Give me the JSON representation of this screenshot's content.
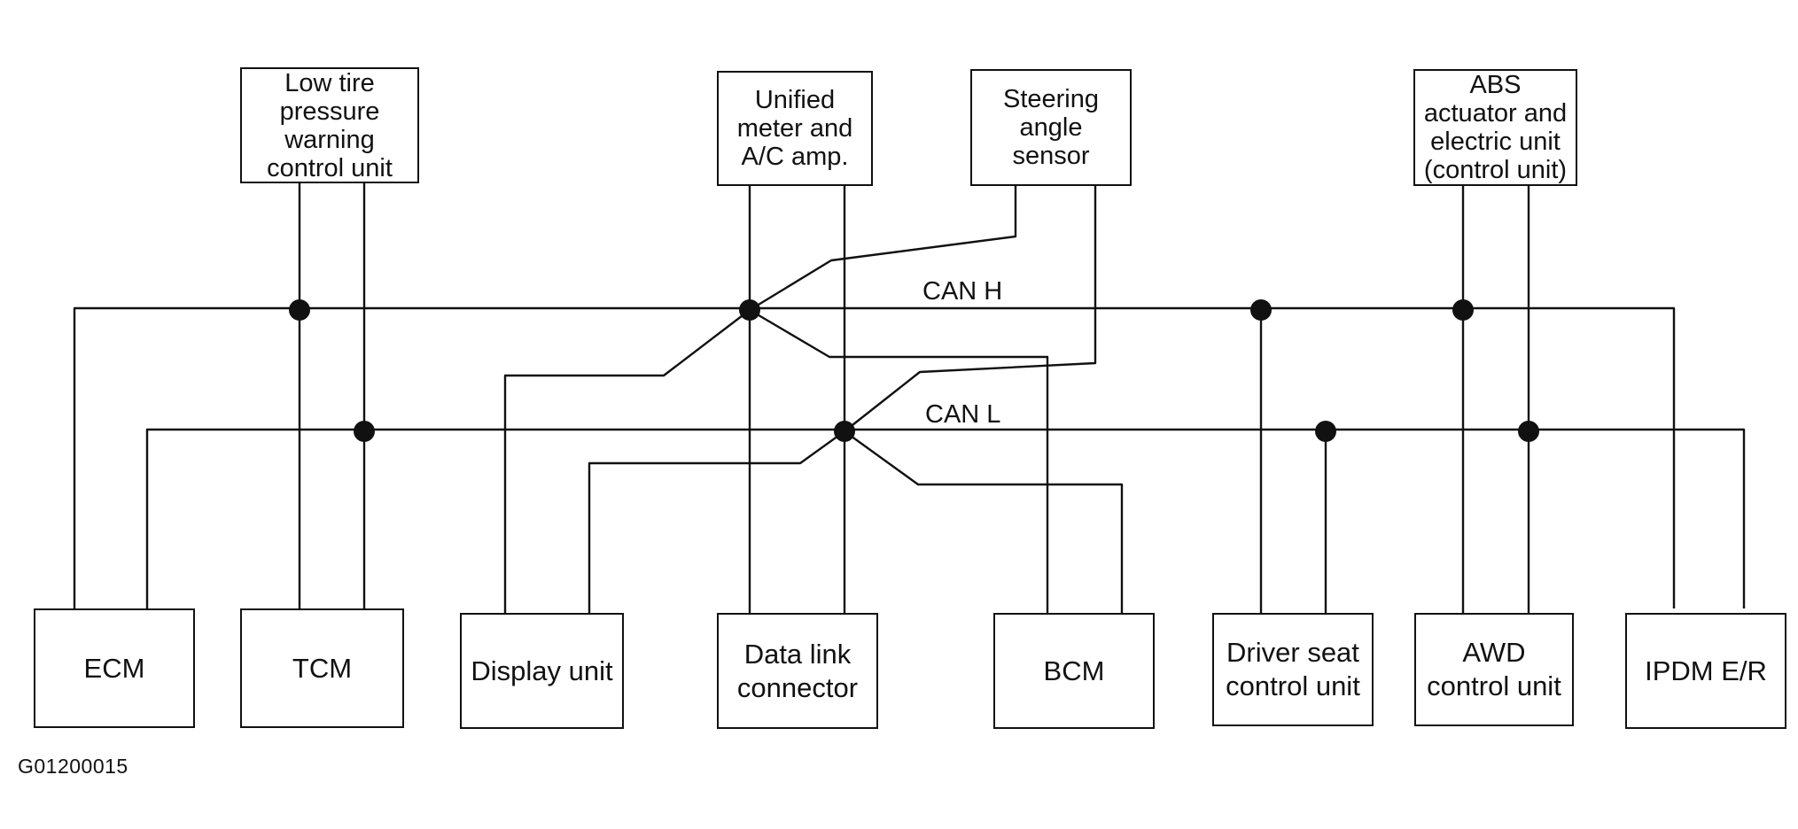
{
  "diagram": {
    "figure_id": "G01200015",
    "buses": {
      "can_h": "CAN H",
      "can_l": "CAN L"
    },
    "top_units": [
      {
        "id": "low-tire",
        "label": "Low tire\npressure\nwarning\ncontrol unit"
      },
      {
        "id": "unified-meter",
        "label": "Unified\nmeter and\nA/C amp."
      },
      {
        "id": "steering-angle",
        "label": "Steering\nangle\nsensor"
      },
      {
        "id": "abs",
        "label": "ABS\nactuator and\nelectric unit\n(control unit)"
      }
    ],
    "bottom_units": [
      {
        "id": "ecm",
        "label": "ECM"
      },
      {
        "id": "tcm",
        "label": "TCM"
      },
      {
        "id": "display",
        "label": "Display unit"
      },
      {
        "id": "data-link",
        "label": "Data link\nconnector"
      },
      {
        "id": "bcm",
        "label": "BCM"
      },
      {
        "id": "driver-seat",
        "label": "Driver seat\ncontrol unit"
      },
      {
        "id": "awd",
        "label": "AWD\ncontrol unit"
      },
      {
        "id": "ipdm",
        "label": "IPDM E/R"
      }
    ]
  }
}
